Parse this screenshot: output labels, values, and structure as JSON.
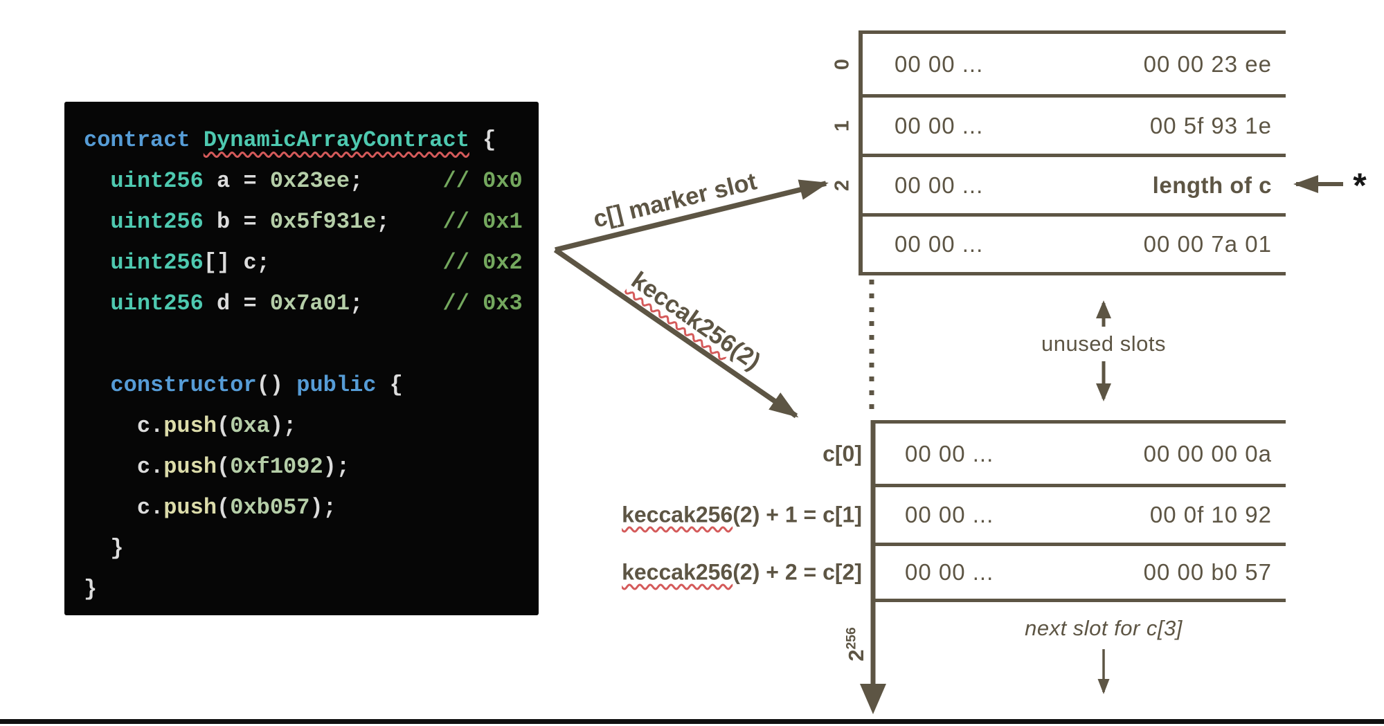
{
  "colors": {
    "brown": "#5d5544",
    "ink": "#161616",
    "squiggle": "#d45a5a",
    "code_bg": "#060606",
    "kw": "#569cd6",
    "cls": "#4ec9b0",
    "typ": "#4ec9b0",
    "num": "#b5cea8",
    "fn": "#dcdcaa",
    "comment": "#74a85e",
    "plain": "#dcdcdc"
  },
  "code": {
    "lines": [
      [
        [
          "kw",
          "contract"
        ],
        [
          "plain",
          " "
        ],
        [
          "cls-wavy",
          "DynamicArrayContract"
        ],
        [
          "plain",
          " {"
        ]
      ],
      [
        [
          "plain",
          "  "
        ],
        [
          "typ",
          "uint256"
        ],
        [
          "plain",
          " a = "
        ],
        [
          "num",
          "0x23ee"
        ],
        [
          "plain",
          ";      "
        ],
        [
          "comment",
          "// 0x0"
        ]
      ],
      [
        [
          "plain",
          "  "
        ],
        [
          "typ",
          "uint256"
        ],
        [
          "plain",
          " b = "
        ],
        [
          "num",
          "0x5f931e"
        ],
        [
          "plain",
          ";    "
        ],
        [
          "comment",
          "// 0x1"
        ]
      ],
      [
        [
          "plain",
          "  "
        ],
        [
          "typ",
          "uint256"
        ],
        [
          "plain",
          "[] c;             "
        ],
        [
          "comment",
          "// 0x2"
        ]
      ],
      [
        [
          "plain",
          "  "
        ],
        [
          "typ",
          "uint256"
        ],
        [
          "plain",
          " d = "
        ],
        [
          "num",
          "0x7a01"
        ],
        [
          "plain",
          ";      "
        ],
        [
          "comment",
          "// 0x3"
        ]
      ],
      [],
      [
        [
          "plain",
          "  "
        ],
        [
          "kw",
          "constructor"
        ],
        [
          "plain",
          "() "
        ],
        [
          "kw",
          "public"
        ],
        [
          "plain",
          " {"
        ]
      ],
      [
        [
          "plain",
          "    c."
        ],
        [
          "fn",
          "push"
        ],
        [
          "plain",
          "("
        ],
        [
          "num",
          "0xa"
        ],
        [
          "plain",
          ");"
        ]
      ],
      [
        [
          "plain",
          "    c."
        ],
        [
          "fn",
          "push"
        ],
        [
          "plain",
          "("
        ],
        [
          "num",
          "0xf1092"
        ],
        [
          "plain",
          ");"
        ]
      ],
      [
        [
          "plain",
          "    c."
        ],
        [
          "fn",
          "push"
        ],
        [
          "plain",
          "("
        ],
        [
          "num",
          "0xb057"
        ],
        [
          "plain",
          ");"
        ]
      ],
      [
        [
          "plain",
          "  }"
        ]
      ],
      [
        [
          "plain",
          "}"
        ]
      ]
    ]
  },
  "tables": {
    "top": {
      "rows": [
        {
          "slot": "0",
          "left": "00 00 ...",
          "right": "00 00 23 ee",
          "bold": false
        },
        {
          "slot": "1",
          "left": "00 00 ...",
          "right": "00 5f 93 1e",
          "bold": false
        },
        {
          "slot": "2",
          "left": "00 00 ...",
          "right": "length of c",
          "bold": true
        },
        {
          "slot": "",
          "left": "00 00 ...",
          "right": "00 00 7a 01",
          "bold": false
        }
      ]
    },
    "bottom": {
      "rows": [
        {
          "label_wavy": "",
          "label_rest": "c[0]",
          "left": "00 00 ...",
          "right": "00 00 00 0a"
        },
        {
          "label_wavy": "keccak256",
          "label_rest": "(2) + 1 = c[1]",
          "left": "00 00 ...",
          "right": "00 0f 10 92"
        },
        {
          "label_wavy": "keccak256",
          "label_rest": "(2) + 2 = c[2]",
          "left": "00 00 ...",
          "right": "00 00 b0 57"
        }
      ]
    }
  },
  "labels": {
    "marker_arrow": "c[] marker slot",
    "keccak_arrow_wavy": "keccak256",
    "keccak_arrow_rest": "(2)",
    "unused": "unused slots",
    "next_slot": "next slot for c[3]",
    "asterisk": "*",
    "axis_base": "2",
    "axis_exp": "256"
  }
}
